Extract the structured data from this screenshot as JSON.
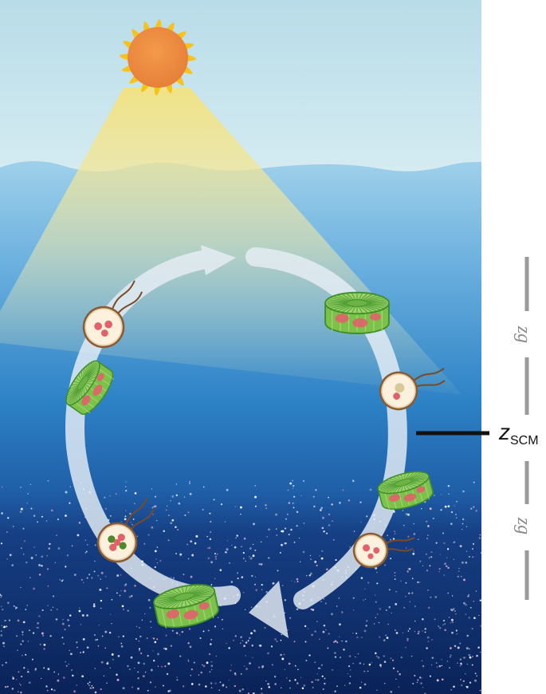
{
  "labels": {
    "z_scm_main": "z",
    "z_scm_sub": "SCM",
    "zg_upper": "zg",
    "zg_lower": "zg"
  },
  "colors": {
    "sky_top": "#bfe0ea",
    "sky_bottom": "#d6ecf2",
    "sun": "#ef8a3c",
    "sun_rays": "#f6c21c",
    "water_surface": "#8fc8e6",
    "water_mid": "#2f84c8",
    "water_deep": "#0c2a64",
    "light_cone": "#f3e79a",
    "arrow": "#e6eef5",
    "diatom_green": "#7cc24a",
    "diatom_dark": "#3e8e2a",
    "cell_red": "#e2616a",
    "flagellate_body": "#fbf1dc",
    "flagellum": "#7a4a24",
    "scale_bar": "#9a9a9a",
    "scm_line": "#111111"
  },
  "icons": [
    "sun-icon",
    "diatom-icon",
    "dinoflagellate-icon",
    "cycle-arrow"
  ]
}
